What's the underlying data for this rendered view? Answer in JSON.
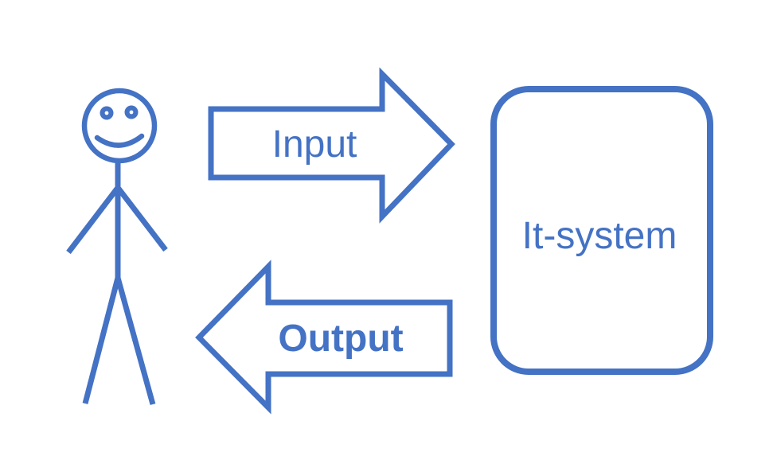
{
  "diagram": {
    "colors": {
      "accent": "#4472C4",
      "background": "#FFFFFF"
    },
    "labels": {
      "input": "Input",
      "output": "Output",
      "system": "It-system"
    },
    "icons": {
      "person": "stick-figure-person-icon",
      "input_arrow": "right-block-arrow-icon",
      "output_arrow": "left-block-arrow-icon",
      "system_box": "rounded-rectangle-node"
    }
  }
}
